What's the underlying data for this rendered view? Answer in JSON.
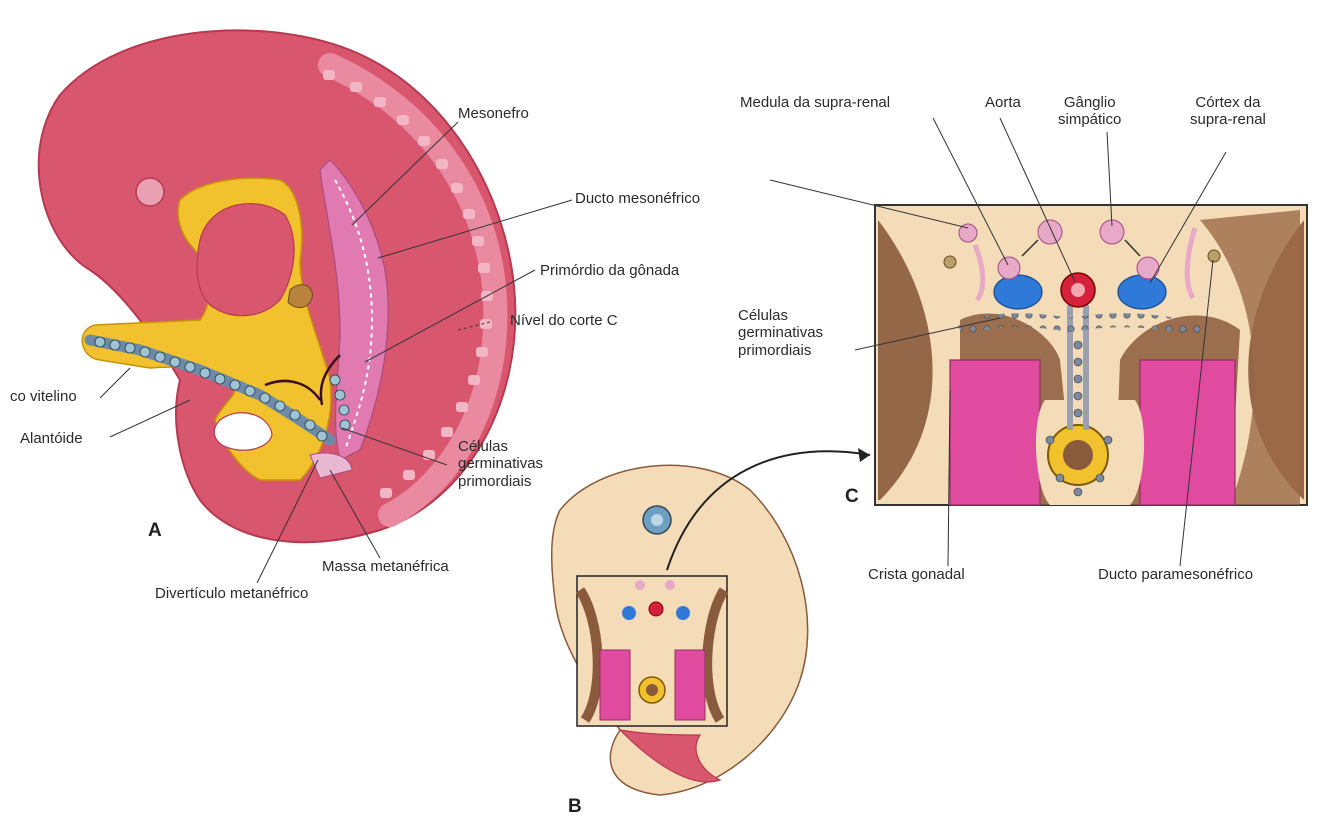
{
  "labels": {
    "mesonefro": "Mesonefro",
    "ducto_mesonefrico": "Ducto mesonéfrico",
    "primordio_gonada": "Primórdio da gônada",
    "nivel_corte": "Nível do corte C",
    "celulas_a": "Células\ngerminativas\nprimordiais",
    "massa_metanefrica": "Massa metanéfrica",
    "diverticulo": "Divertículo metanéfrico",
    "ducto_vitelino": "co vitelino",
    "alantoide": "Alantóide",
    "medula": "Medula da supra-renal",
    "aorta": "Aorta",
    "ganglio": "Gânglio\nsimpático",
    "cortex": "Córtex da\nsupra-renal",
    "celulas_c": "Células\ngerminativas\nprimordiais",
    "crista": "Crista gonadal",
    "ducto_paramesonefrico": "Ducto paramesonéfrico"
  },
  "panels": {
    "a": "A",
    "b": "B",
    "c": "C"
  },
  "colors": {
    "embryo": "#d9576e",
    "yolk": "#f2c12e",
    "mesenchyme": "#f4dcb8",
    "muscle_brown": "#8a5a3c",
    "tube_pink": "#e04ba0",
    "adrenal_blue": "#2f79d8",
    "aorta_red": "#d5213c"
  }
}
